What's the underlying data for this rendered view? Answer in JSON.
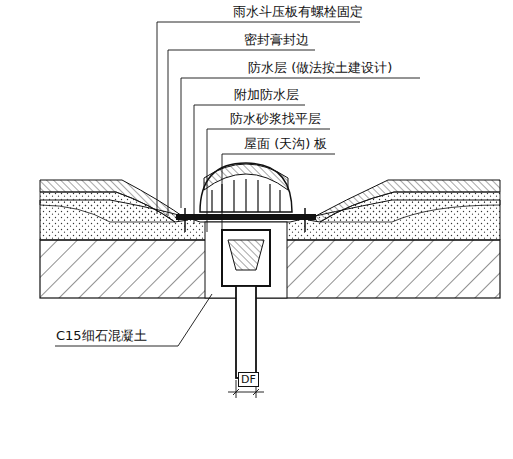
{
  "diagram": {
    "labels": [
      "雨水斗压板有螺栓固定",
      "密封膏封边",
      "防水层 (做法按土建设计)",
      "附加防水层",
      "防水砂浆找平层",
      "屋面 (天沟) 板",
      "C15细石混凝土",
      "DF"
    ]
  }
}
